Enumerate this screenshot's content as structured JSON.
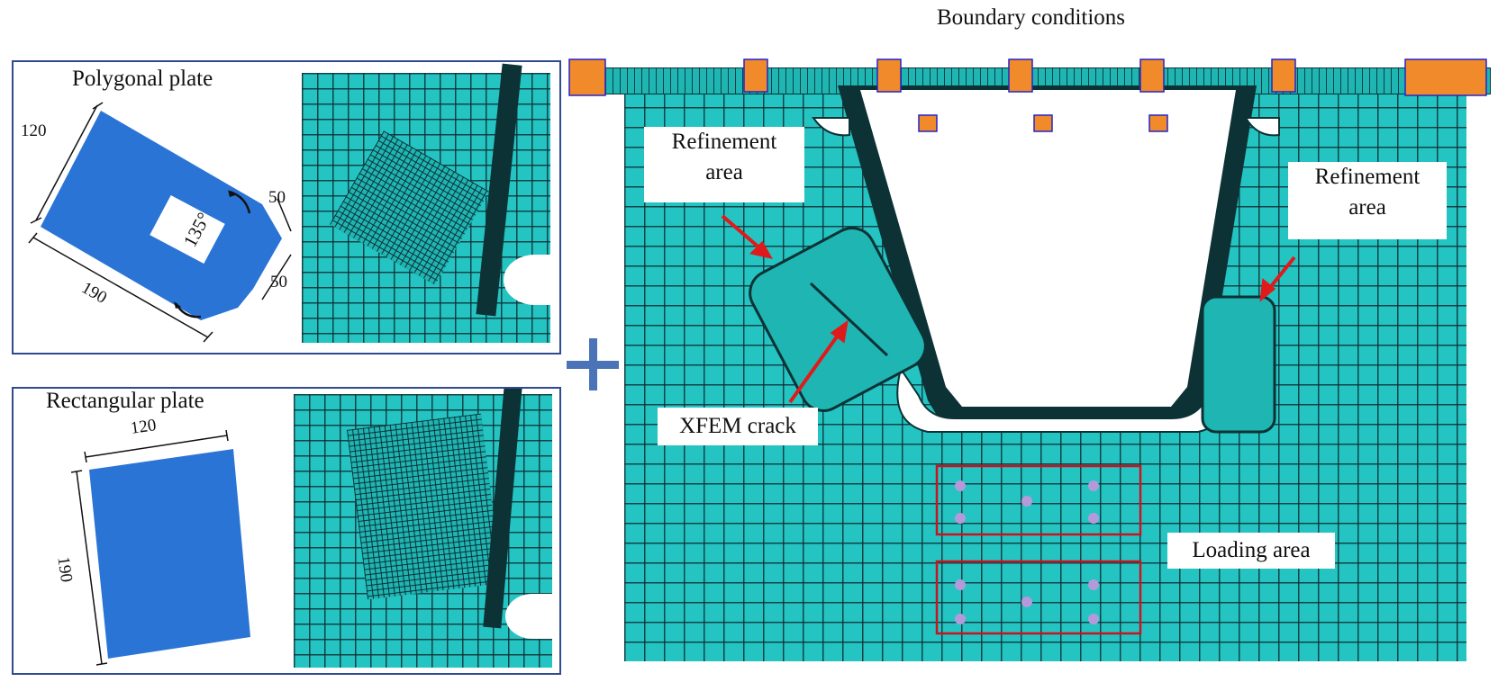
{
  "header": {
    "boundary_conditions": "Boundary conditions"
  },
  "polygonal_panel": {
    "title": "Polygonal plate",
    "dim_120": "120",
    "dim_190": "190",
    "dim_50_top": "50",
    "dim_50_bottom": "50",
    "angle": "135°"
  },
  "rectangular_panel": {
    "title": "Rectangular plate",
    "dim_120": "120",
    "dim_190": "190"
  },
  "main_model": {
    "refinement_left_line1": "Refinement",
    "refinement_left_line2": "area",
    "refinement_right_line1": "Refinement",
    "refinement_right_line2": "area",
    "xfem_crack": "XFEM crack",
    "loading_area": "Loading area"
  },
  "colors": {
    "plate_blue": "#2a74d6",
    "mesh_cyan": "#24c4c2",
    "frame_blue": "#2f4a8f",
    "arrow_red": "#e01a1a",
    "plus_blue": "#4b73b8"
  },
  "icons": {
    "plus": "plus-icon"
  }
}
